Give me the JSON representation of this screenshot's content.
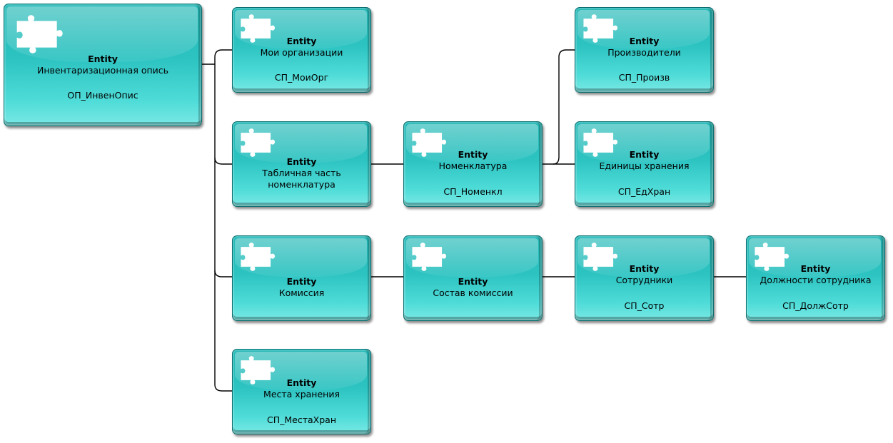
{
  "colors": {
    "node_fill": "#2cc3c1",
    "node_border": "#0b6f6f",
    "connector": "#000000",
    "icon": "#ffffff"
  },
  "nodes": [
    {
      "id": "inv",
      "type": "Entity",
      "name": "Инвентаризационная опись",
      "code": "ОП_ИнвенОпис",
      "icon": "puzzle-icon"
    },
    {
      "id": "org",
      "type": "Entity",
      "name": "Мои организации",
      "code": "СП_МоиОрг",
      "icon": "puzzle-icon"
    },
    {
      "id": "tab",
      "type": "Entity",
      "name": "Табличная часть номенклатура",
      "code": "",
      "icon": "puzzle-icon"
    },
    {
      "id": "kom",
      "type": "Entity",
      "name": "Комиссия",
      "code": "",
      "icon": "puzzle-icon"
    },
    {
      "id": "mesta",
      "type": "Entity",
      "name": "Места хранения",
      "code": "СП_МестаХран",
      "icon": "puzzle-icon"
    },
    {
      "id": "nom",
      "type": "Entity",
      "name": "Номенклатура",
      "code": "СП_Номенкл",
      "icon": "puzzle-icon"
    },
    {
      "id": "sost",
      "type": "Entity",
      "name": "Состав комиссии",
      "code": "",
      "icon": "puzzle-icon"
    },
    {
      "id": "proiz",
      "type": "Entity",
      "name": "Производители",
      "code": "СП_Произв",
      "icon": "puzzle-icon"
    },
    {
      "id": "ed",
      "type": "Entity",
      "name": "Единицы хранения",
      "code": "СП_ЕдХран",
      "icon": "puzzle-icon"
    },
    {
      "id": "sotr",
      "type": "Entity",
      "name": "Сотрудники",
      "code": "СП_Сотр",
      "icon": "puzzle-icon"
    },
    {
      "id": "dolzh",
      "type": "Entity",
      "name": "Должности сотрудника",
      "code": "СП_ДолжСотр",
      "icon": "puzzle-icon"
    }
  ],
  "edges": [
    {
      "from": "inv",
      "to": "org"
    },
    {
      "from": "inv",
      "to": "tab"
    },
    {
      "from": "inv",
      "to": "kom"
    },
    {
      "from": "inv",
      "to": "mesta"
    },
    {
      "from": "tab",
      "to": "nom"
    },
    {
      "from": "nom",
      "to": "proiz"
    },
    {
      "from": "nom",
      "to": "ed"
    },
    {
      "from": "kom",
      "to": "sost"
    },
    {
      "from": "sost",
      "to": "sotr"
    },
    {
      "from": "sotr",
      "to": "dolzh"
    }
  ]
}
